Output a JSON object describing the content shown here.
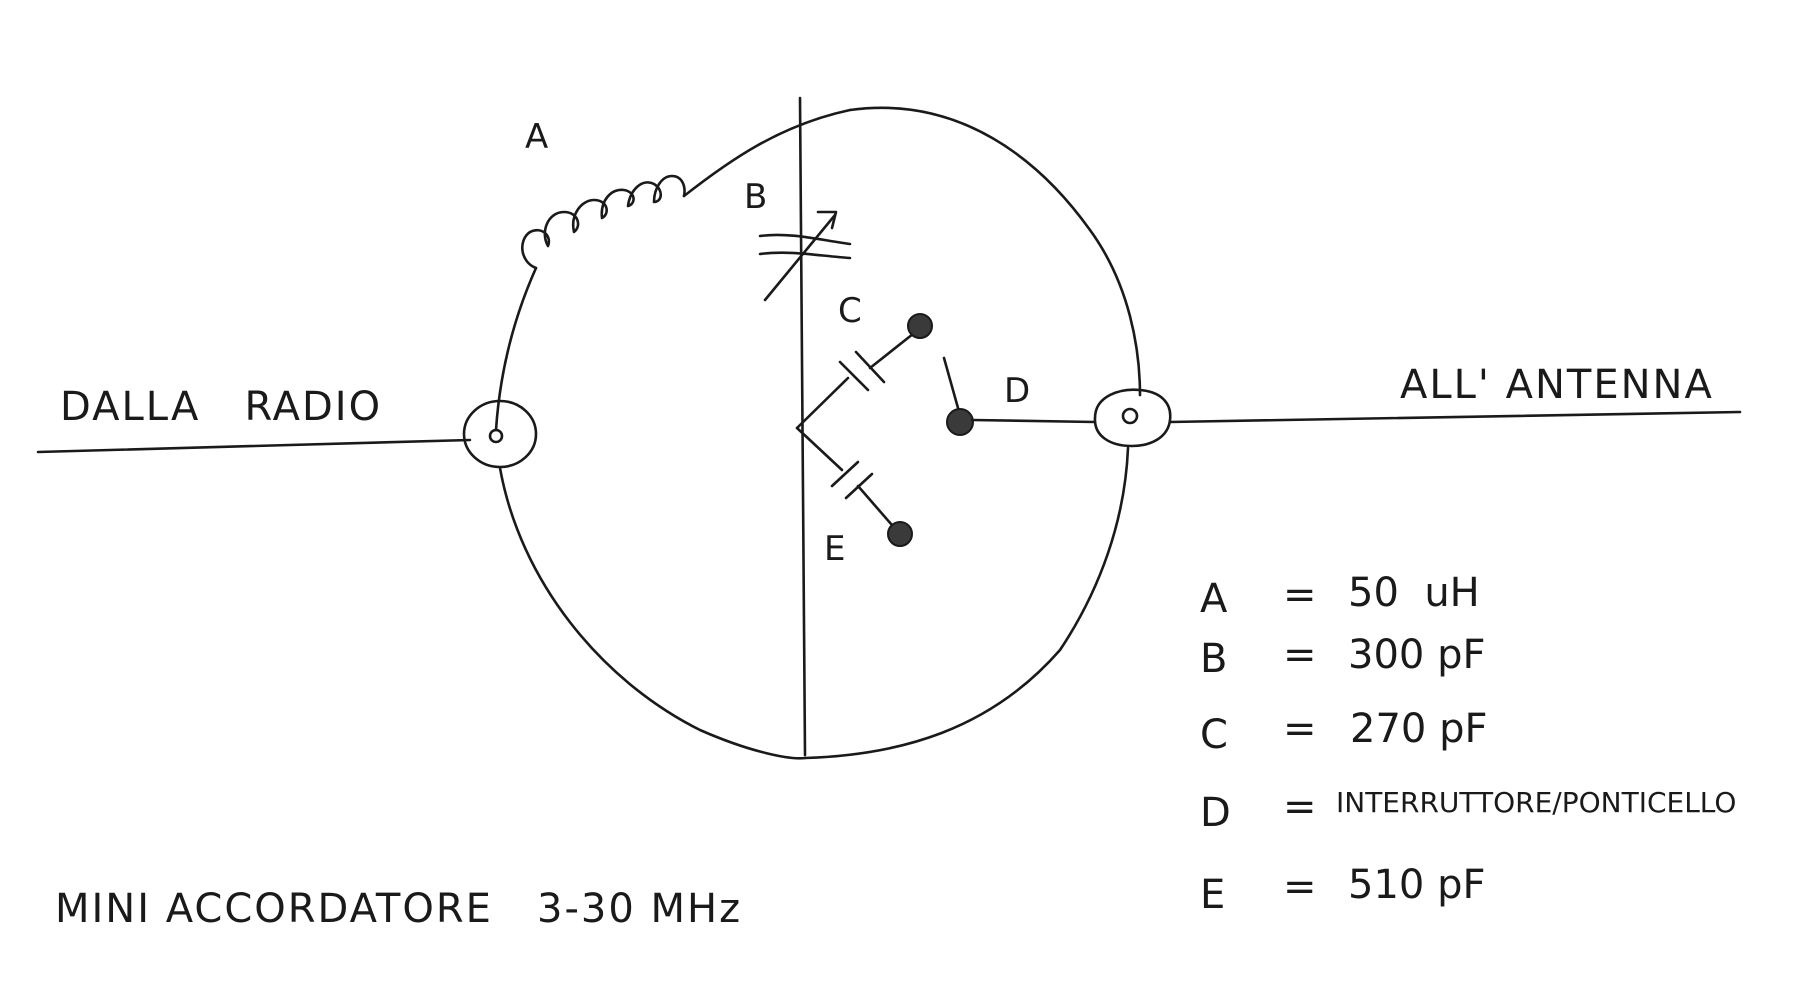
{
  "labels": {
    "input": "DALLA   RADIO",
    "output": "ALL' ANTENNA",
    "title": "MINI ACCORDATORE   3-30 MHz"
  },
  "components": {
    "A": "A",
    "B": "B",
    "C": "C",
    "D": "D",
    "E": "E"
  },
  "legend": [
    {
      "key": "A",
      "eq": "=",
      "value": "50  uH"
    },
    {
      "key": "B",
      "eq": "=",
      "value": "300 pF"
    },
    {
      "key": "C",
      "eq": "=",
      "value": "270 pF"
    },
    {
      "key": "D",
      "eq": "=",
      "value": "INTERRUTTORE/PONTICELLO"
    },
    {
      "key": "E",
      "eq": "=",
      "value": "510 pF"
    }
  ]
}
